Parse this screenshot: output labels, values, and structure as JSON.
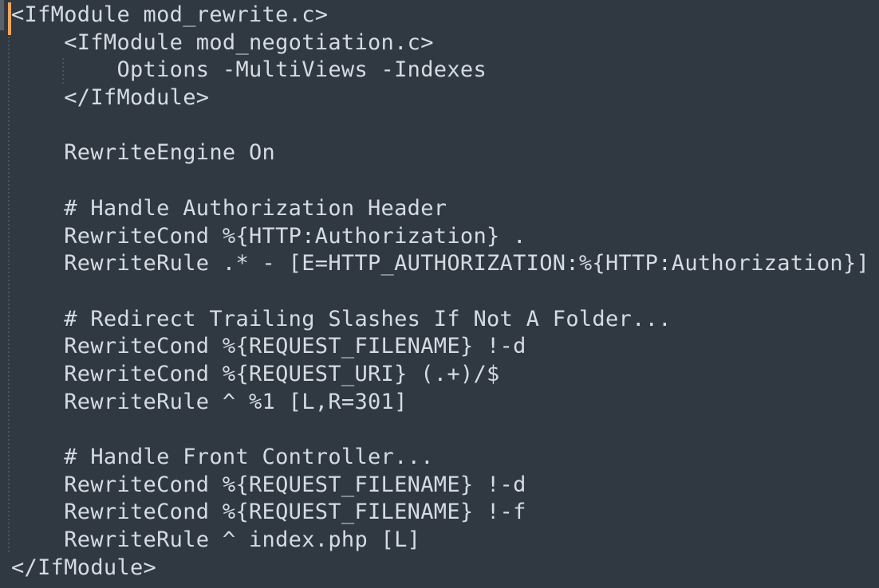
{
  "theme": {
    "bg": "#303841",
    "fg": "#d4dbe3",
    "caret": "#efa55c",
    "guide": "#4b5360",
    "strip": "#5a616b"
  },
  "editor": {
    "language": "apache-htaccess",
    "cursor": {
      "line": 1,
      "column": 1
    },
    "lines": [
      "<IfModule mod_rewrite.c>",
      "    <IfModule mod_negotiation.c>",
      "        Options -MultiViews -Indexes",
      "    </IfModule>",
      "",
      "    RewriteEngine On",
      "",
      "    # Handle Authorization Header",
      "    RewriteCond %{HTTP:Authorization} .",
      "    RewriteRule .* - [E=HTTP_AUTHORIZATION:%{HTTP:Authorization}]",
      "",
      "    # Redirect Trailing Slashes If Not A Folder...",
      "    RewriteCond %{REQUEST_FILENAME} !-d",
      "    RewriteCond %{REQUEST_URI} (.+)/$",
      "    RewriteRule ^ %1 [L,R=301]",
      "",
      "    # Handle Front Controller...",
      "    RewriteCond %{REQUEST_FILENAME} !-d",
      "    RewriteCond %{REQUEST_FILENAME} !-f",
      "    RewriteRule ^ index.php [L]",
      "</IfModule>"
    ]
  }
}
